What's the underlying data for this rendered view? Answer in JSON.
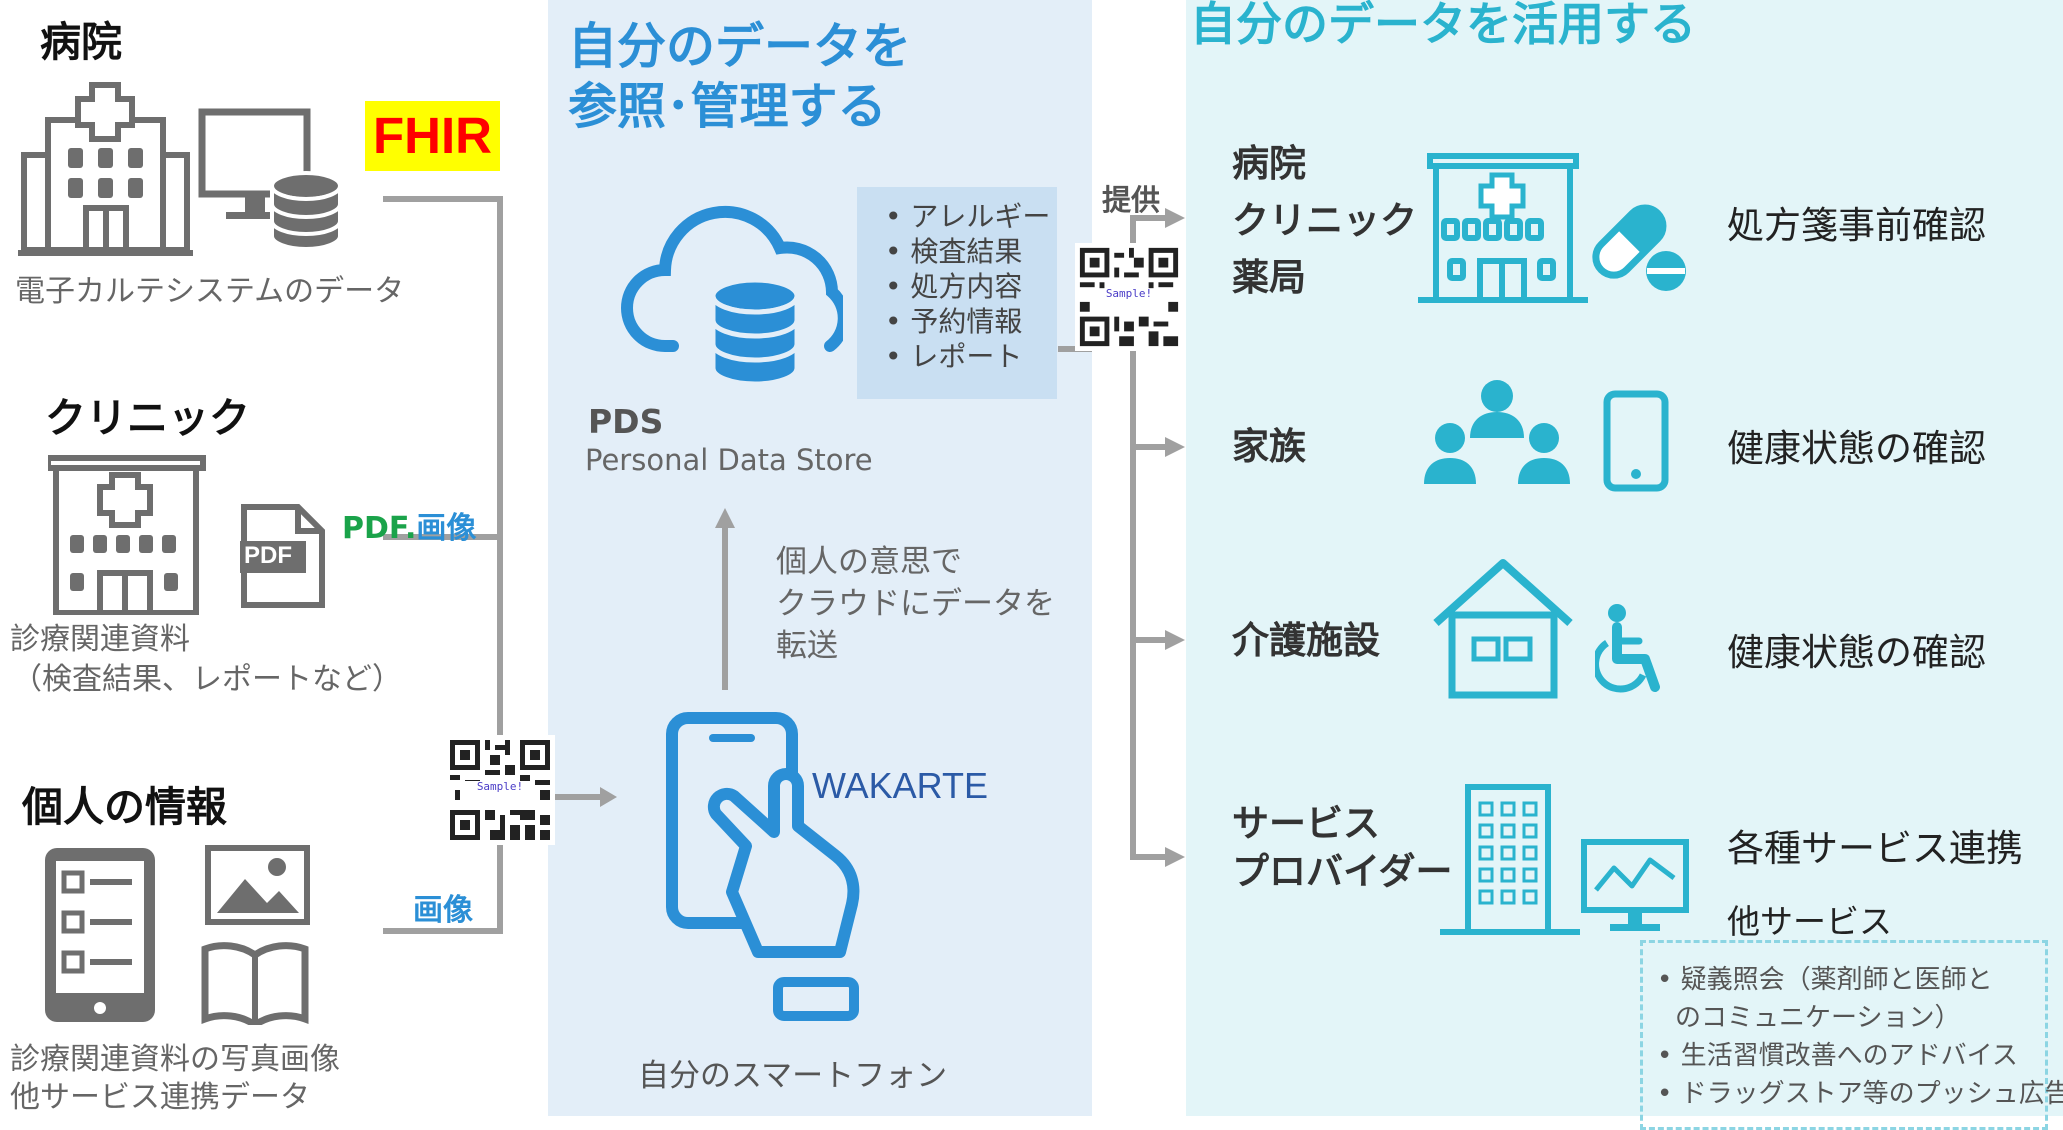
{
  "left": {
    "hospital": {
      "title": "病院",
      "caption": "電子カルテシステムのデータ",
      "format": "FHIR"
    },
    "clinic": {
      "title": "クリニック",
      "caption_line1": "診療関連資料",
      "caption_line2": "（検査結果、レポートなど）",
      "format_pdf": "PDF",
      "format_dot": ".",
      "format_image": "画像",
      "pdf_icon_text": "PDF"
    },
    "personal": {
      "title": "個人の情報",
      "caption_line1": "診療関連資料の写真画像",
      "caption_line2": "他サービス連携データ",
      "format": "画像"
    }
  },
  "middle": {
    "title_line1": "自分のデータを",
    "title_line2": "参照･管理する",
    "pds_title": "PDS",
    "pds_subtitle": "Personal Data Store",
    "data_items": [
      "アレルギー",
      "検査結果",
      "処方内容",
      "予約情報",
      "レポート"
    ],
    "transfer_line1": "個人の意思で",
    "transfer_line2": "クラウドにデータを",
    "transfer_line3": "転送",
    "app_name": "WAKARTE",
    "phone_caption": "自分のスマートフォン",
    "qr_label": "Sample!"
  },
  "right": {
    "title": "自分のデータを活用する",
    "provide_label": "提供",
    "targets": [
      {
        "lines": [
          "病院",
          "クリニック",
          "薬局"
        ],
        "service": "処方箋事前確認"
      },
      {
        "lines": [
          "家族"
        ],
        "service": "健康状態の確認"
      },
      {
        "lines": [
          "介護施設"
        ],
        "service": "健康状態の確認"
      },
      {
        "lines": [
          "サービス",
          "プロバイダー"
        ],
        "service": "各種サービス連携"
      }
    ],
    "other_services_title": "他サービス",
    "other_services": [
      "疑義照会（薬剤師と医師と",
      "のコミュニケーション）",
      "生活習慣改善へのアドバイス",
      "ドラッグストア等のプッシュ広告"
    ]
  },
  "colors": {
    "mid_bg": "#e3eef8",
    "right_bg": "#e3f5f8",
    "blue": "#2b8fd6",
    "teal": "#2ab3ce",
    "gray_icon": "#6e6e6e",
    "fhir_bg": "#ffff00",
    "fhir_fg": "#ff0000",
    "pdf_green": "#1aa34a"
  }
}
